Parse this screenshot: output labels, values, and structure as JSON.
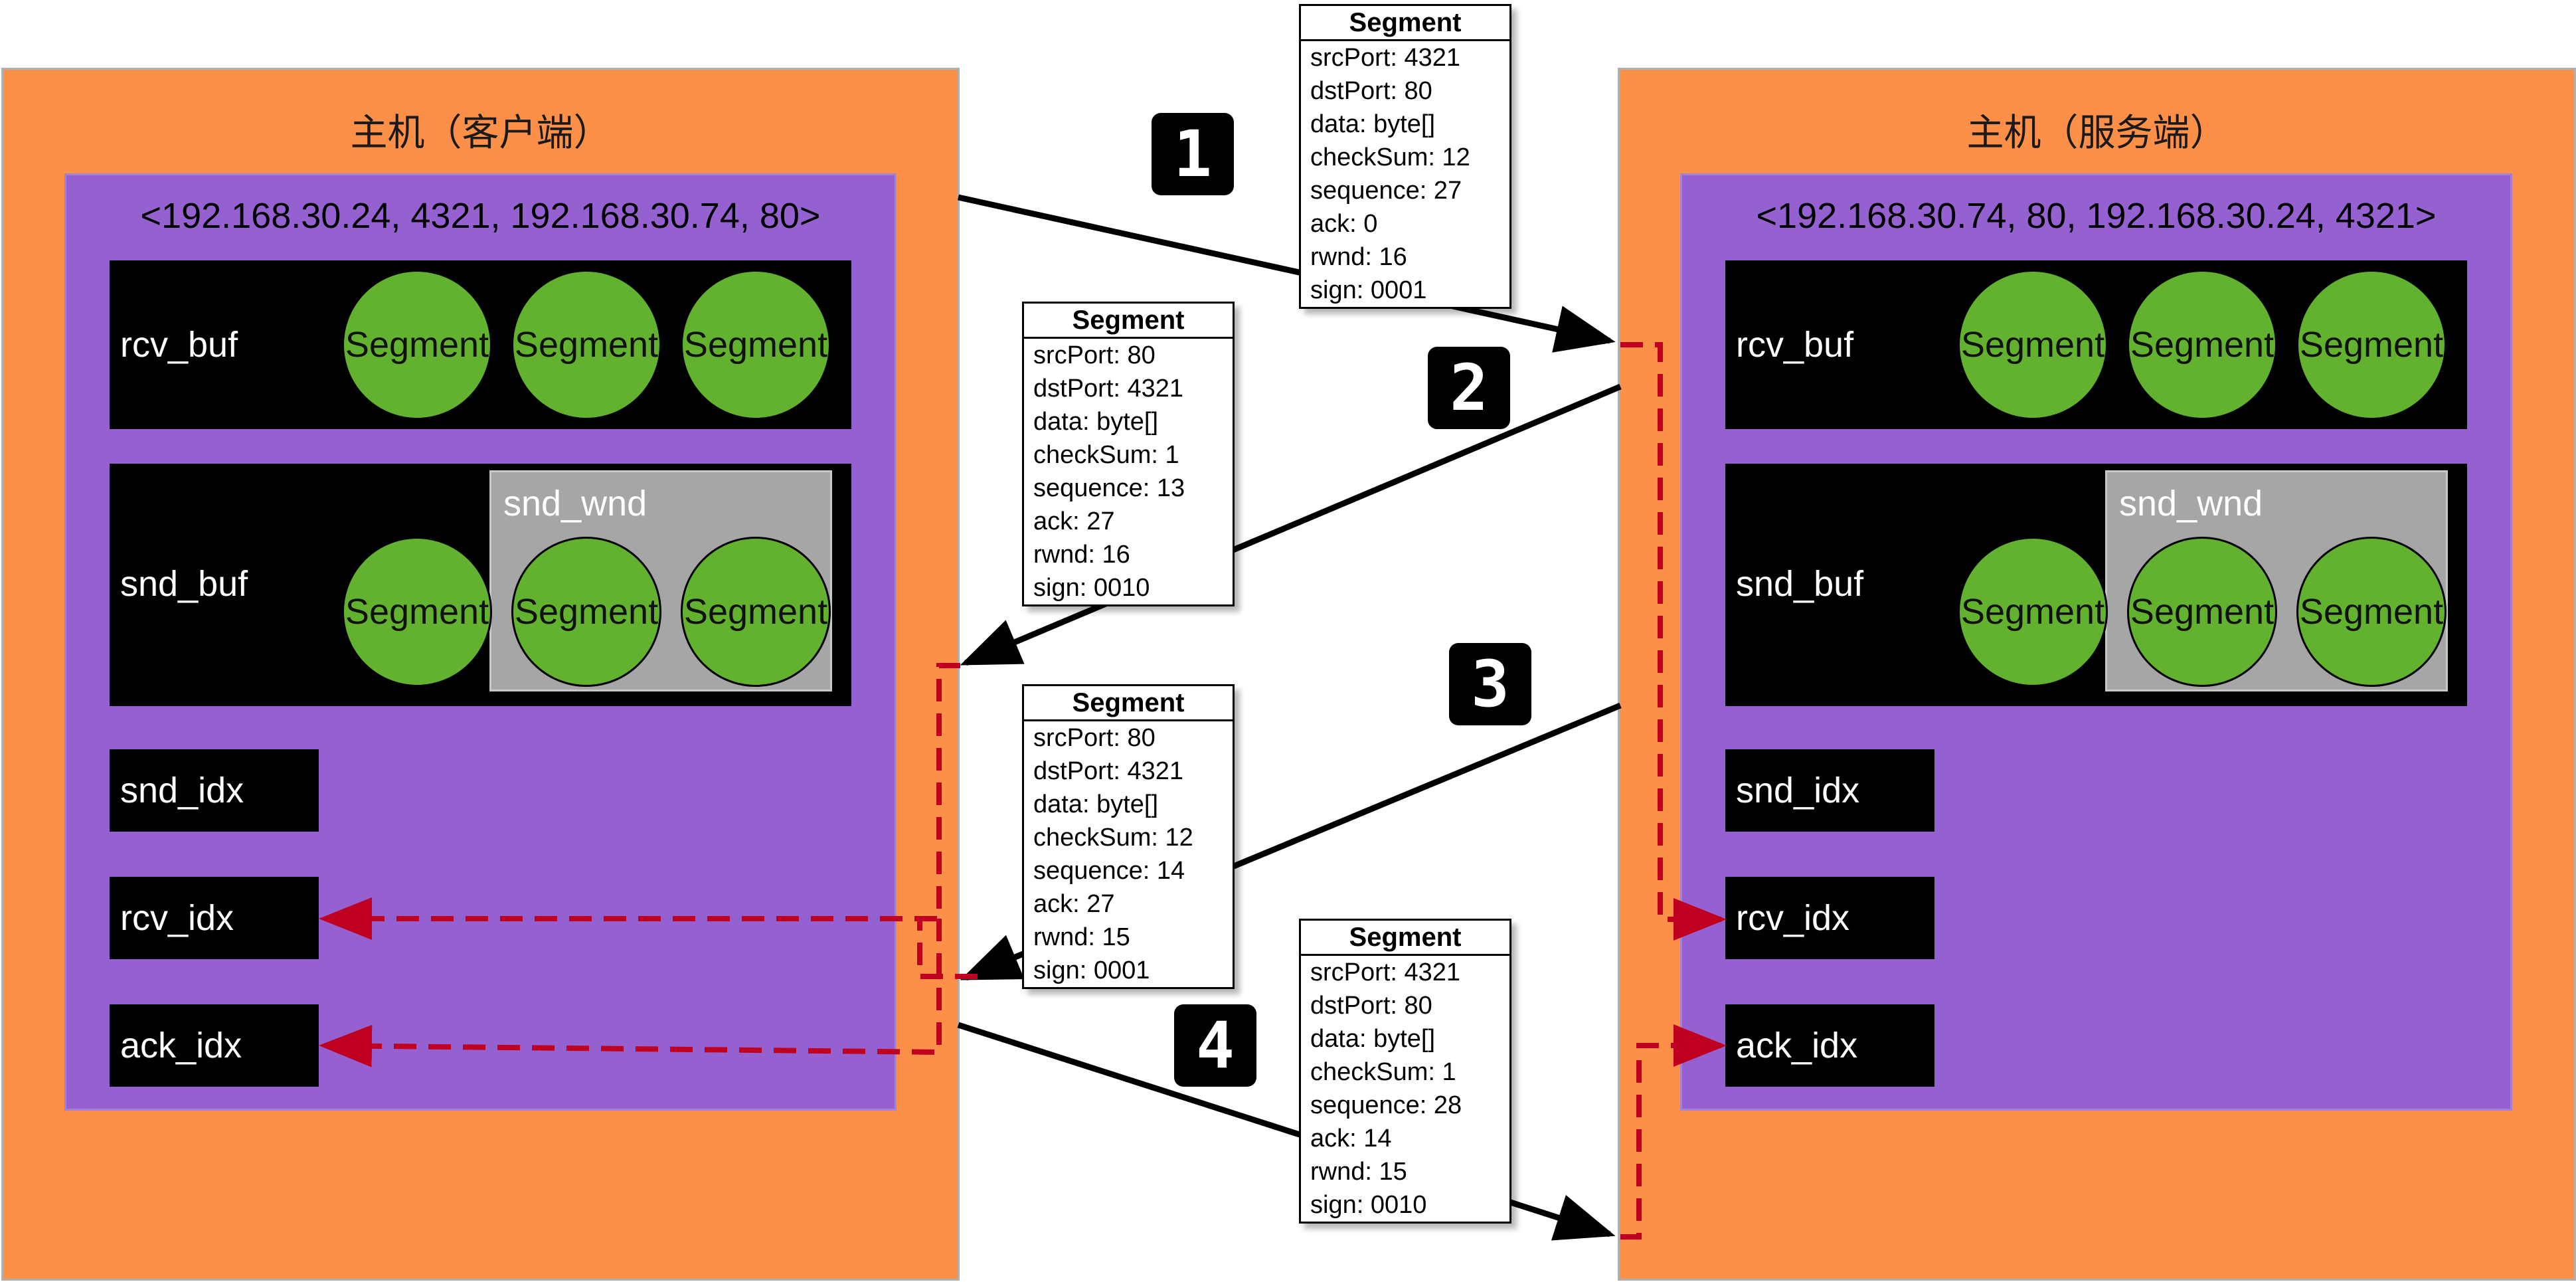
{
  "hosts": {
    "client": {
      "title": "主机（客户端）",
      "tuple": "<192.168.30.24, 4321, 192.168.30.74, 80>",
      "rcv_buf": "rcv_buf",
      "snd_buf": "snd_buf",
      "snd_wnd": "snd_wnd",
      "snd_idx": "snd_idx",
      "rcv_idx": "rcv_idx",
      "ack_idx": "ack_idx"
    },
    "server": {
      "title": "主机（服务端）",
      "tuple": "<192.168.30.74, 80, 192.168.30.24, 4321>",
      "rcv_buf": "rcv_buf",
      "snd_buf": "snd_buf",
      "snd_wnd": "snd_wnd",
      "snd_idx": "snd_idx",
      "rcv_idx": "rcv_idx",
      "ack_idx": "ack_idx"
    }
  },
  "segment_circle": {
    "line1": "Seg",
    "line2": "ment"
  },
  "steps": [
    "1",
    "2",
    "3",
    "4"
  ],
  "segments": [
    {
      "title": "Segment",
      "fields": [
        "srcPort: 4321",
        "dstPort: 80",
        "data: byte[]",
        "checkSum: 12",
        "sequence: 27",
        "ack: 0",
        "rwnd: 16",
        "sign: 0001"
      ]
    },
    {
      "title": "Segment",
      "fields": [
        "srcPort: 80",
        "dstPort: 4321",
        "data: byte[]",
        "checkSum: 1",
        "sequence: 13",
        "ack: 27",
        "rwnd: 16",
        "sign: 0010"
      ]
    },
    {
      "title": "Segment",
      "fields": [
        "srcPort: 80",
        "dstPort: 4321",
        "data: byte[]",
        "checkSum: 12",
        "sequence: 14",
        "ack: 27",
        "rwnd: 15",
        "sign: 0001"
      ]
    },
    {
      "title": "Segment",
      "fields": [
        "srcPort: 4321",
        "dstPort: 80",
        "data: byte[]",
        "checkSum: 1",
        "sequence: 28",
        "ack: 14",
        "rwnd: 15",
        "sign: 0010"
      ]
    }
  ],
  "colors": {
    "host": "#fd9048",
    "connection": "#9561d0",
    "segment_circle": "#62b22f",
    "window": "#a6a6a6",
    "dashed_arrow": "#c00020",
    "arrow": "#000000"
  }
}
